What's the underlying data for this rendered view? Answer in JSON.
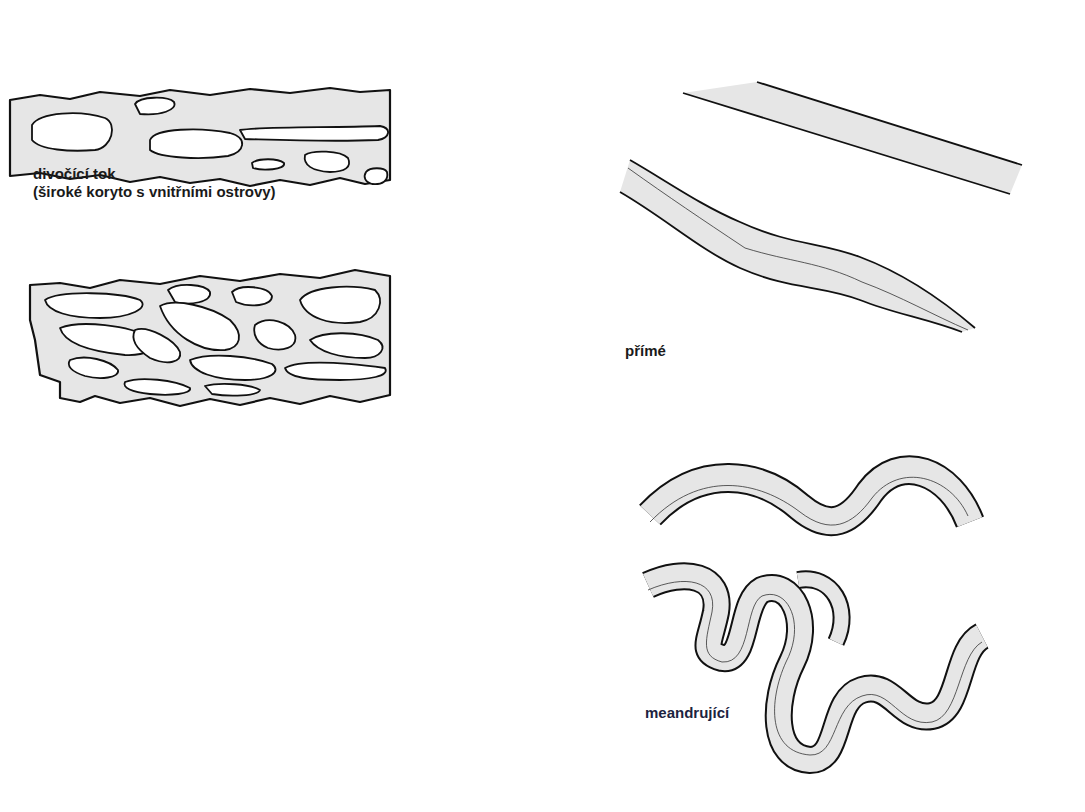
{
  "diagram": {
    "labels": [
      "divočící tok",
      "(široké koryto s vnitřními ostrovy)",
      "přímé",
      "meandrující"
    ]
  }
}
